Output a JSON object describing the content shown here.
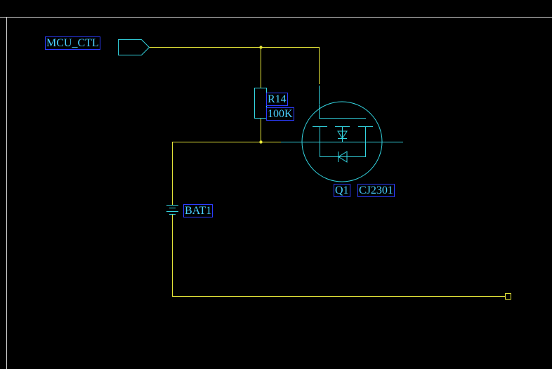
{
  "schematic": {
    "net_label": "MCU_CTL",
    "resistor": {
      "ref": "R14",
      "value": "100K"
    },
    "battery": {
      "ref": "BAT1"
    },
    "transistor": {
      "ref": "Q1",
      "part": "CJ2301"
    }
  },
  "colors": {
    "background": "#000000",
    "wire": "#e8e83a",
    "symbol": "#33d4e0",
    "label_text": "#4ad0ff",
    "label_box": "#2c3cff",
    "frame": "#d8d8d8"
  }
}
